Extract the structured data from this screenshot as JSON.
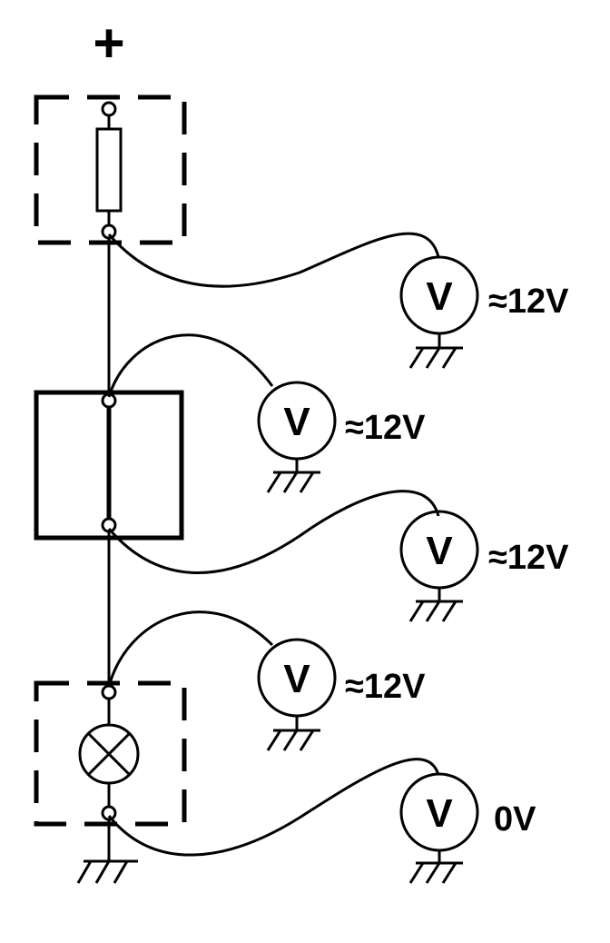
{
  "supply": {
    "polarity_label": "+"
  },
  "meter_symbol": "V",
  "voltmeters": [
    {
      "reading": "≈12V"
    },
    {
      "reading": "≈12V"
    },
    {
      "reading": "≈12V"
    },
    {
      "reading": "≈12V"
    },
    {
      "reading": "0V"
    }
  ]
}
